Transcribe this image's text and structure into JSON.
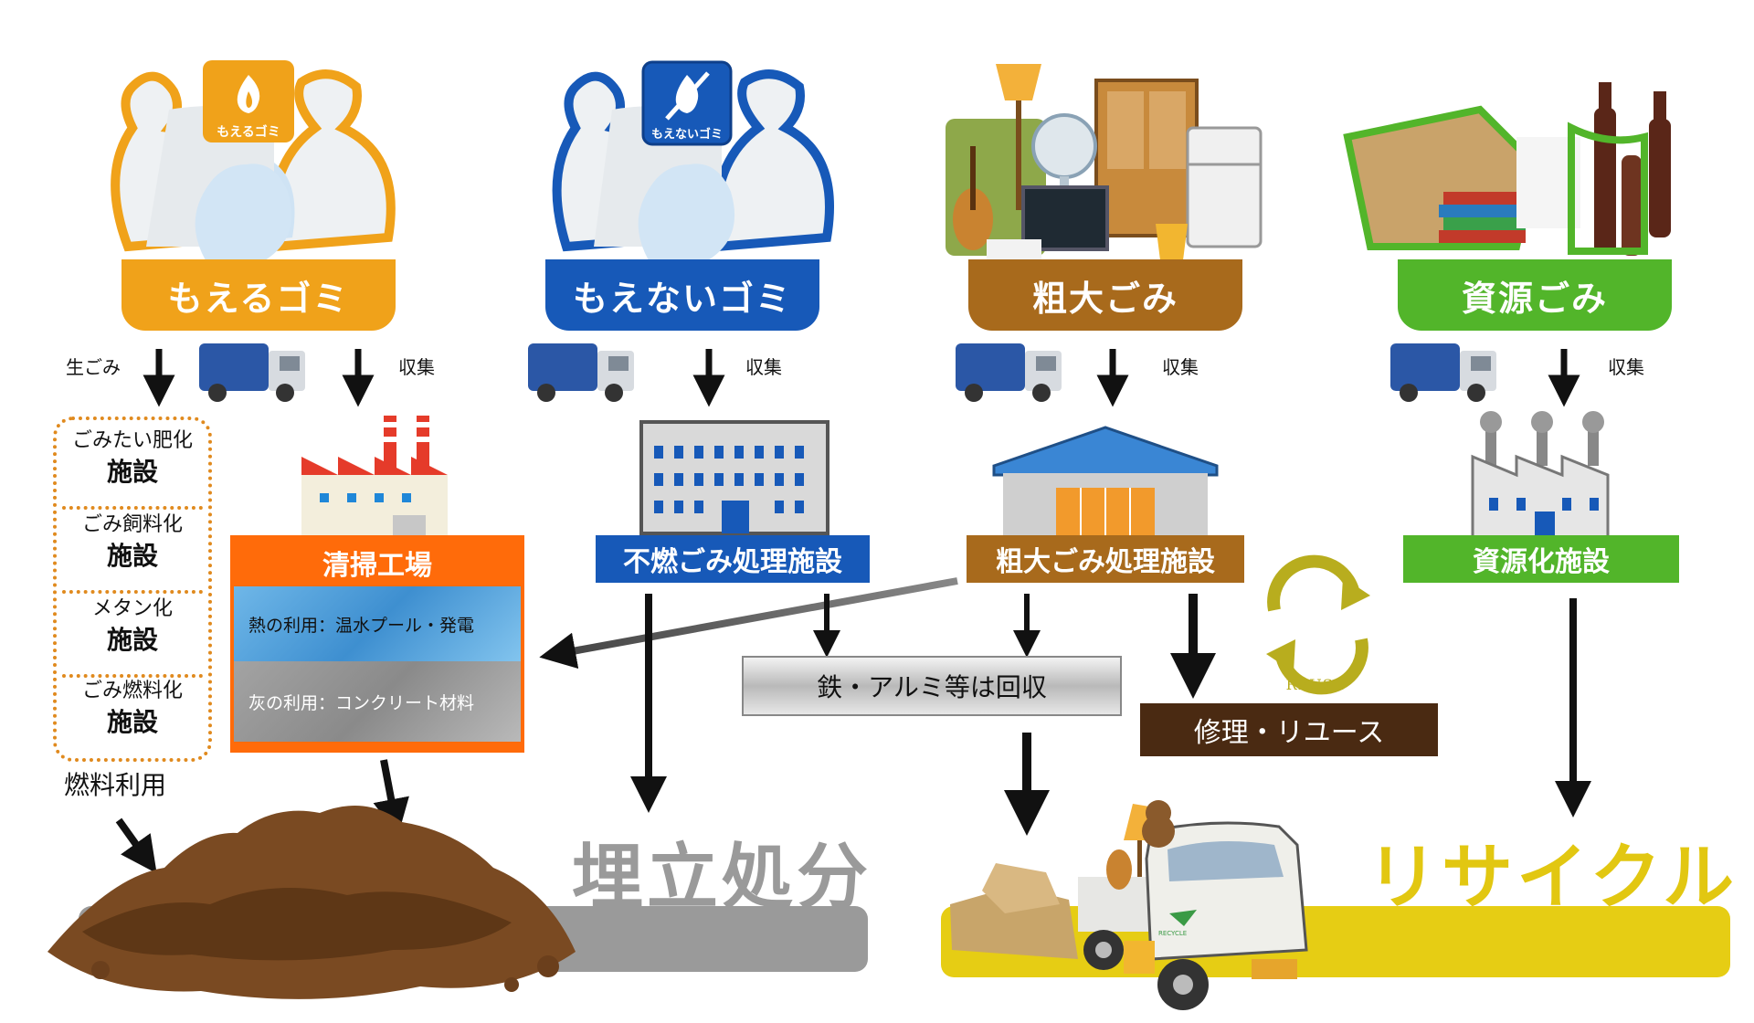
{
  "colors": {
    "burnable": "#f0a21a",
    "nonburnable": "#1759b8",
    "bulky": "#a86a1c",
    "resource": "#52b52a",
    "plant": "#ff6b0a",
    "landfill_band": "#9a9a9a",
    "recycle_band": "#e6cd14",
    "recycle_text": "#e2c711",
    "reuse_box": "#4a2a12"
  },
  "categories": {
    "burnable": {
      "label": "もえるゴミ",
      "badge": "もえるゴミ",
      "badge_icon": "flame-icon"
    },
    "nonburnable": {
      "label": "もえないゴミ",
      "badge": "もえないゴミ",
      "badge_icon": "no-flame-icon"
    },
    "bulky": {
      "label": "粗大ごみ"
    },
    "resource": {
      "label": "資源ごみ"
    }
  },
  "flow_labels": {
    "raw_garbage": "生ごみ",
    "collect_1": "収集",
    "collect_2": "収集",
    "collect_3": "収集",
    "collect_4": "収集"
  },
  "composting": {
    "items": [
      {
        "line1": "ごみたい肥化",
        "line2": "施設"
      },
      {
        "line1": "ごみ飼料化",
        "line2": "施設"
      },
      {
        "line1": "メタン化",
        "line2": "施設"
      },
      {
        "line1": "ごみ燃料化",
        "line2": "施設"
      }
    ],
    "footer": "燃料利用"
  },
  "plant": {
    "title": "清掃工場",
    "heat": "熱の利用：温水プール・発電",
    "ash": "灰の利用：コンクリート材料"
  },
  "facilities": {
    "nonburnable": "不燃ごみ処理施設",
    "bulky": "粗大ごみ処理施設",
    "resource": "資源化施設"
  },
  "metal": "鉄・アルミ等は回収",
  "repair": "修理・リユース",
  "reuse_mark": "REUSE",
  "recycle_truck_mark": "RECYCLE",
  "outcomes": {
    "landfill": "埋立処分",
    "recycle": "リサイクル"
  }
}
